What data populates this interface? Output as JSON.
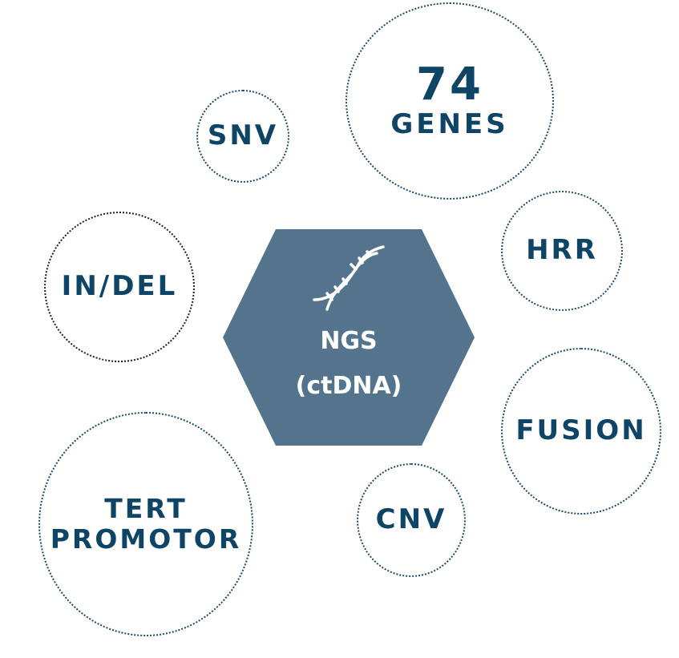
{
  "center": {
    "line1": "NGS",
    "line2": "(ctDNA)",
    "hex_color": "#53748c",
    "icon": "dna-icon"
  },
  "bubbles": {
    "genes": {
      "number": "74",
      "label": "GENES"
    },
    "snv": {
      "label": "SNV"
    },
    "hrr": {
      "label": "HRR"
    },
    "indel": {
      "label": "IN/DEL"
    },
    "fusion": {
      "label": "FUSION"
    },
    "cnv": {
      "label": "CNV"
    },
    "tert": {
      "line1": "TERT",
      "line2": "PROMOTOR"
    }
  },
  "colors": {
    "text": "#0e4466",
    "border": "#1c4a6a"
  }
}
